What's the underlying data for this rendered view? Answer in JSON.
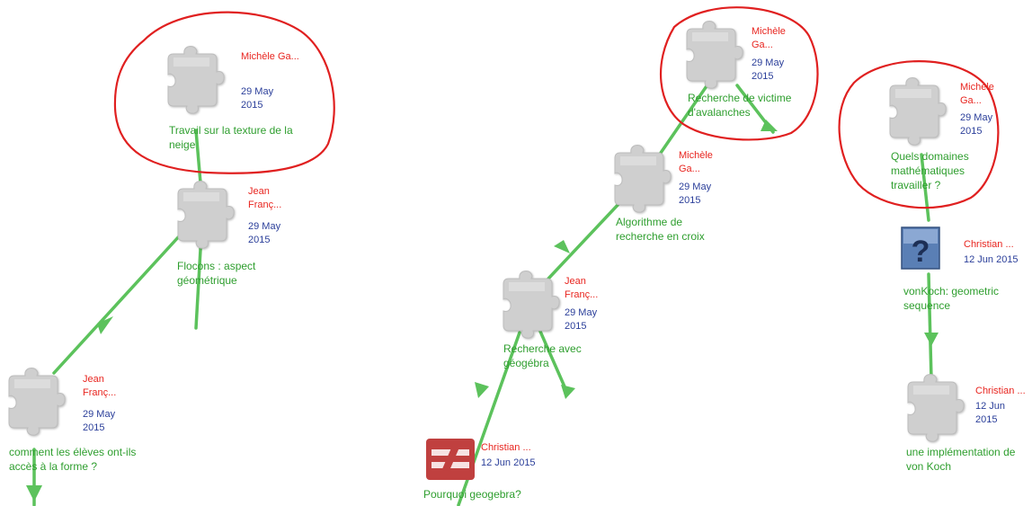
{
  "colors": {
    "author": "#e8251f",
    "date": "#2b3f9a",
    "title": "#2e9e2e",
    "arrow": "#5cc25c",
    "circle": "#e02020"
  },
  "nodes": [
    {
      "icon": "puzzle-piece-icon",
      "author": "Michèle Ga...",
      "date_line1": "29 May",
      "date_line2": "2015",
      "title": "Travail sur la texture de la neige"
    },
    {
      "icon": "puzzle-piece-icon",
      "author": "Jean Franç...",
      "date_line1": "29 May",
      "date_line2": "2015",
      "title": "Flocons : aspect géométrique"
    },
    {
      "icon": "puzzle-piece-icon",
      "author": "Jean Franç...",
      "date_line1": "29 May",
      "date_line2": "2015",
      "title": "comment les élèves ont-ils accès à la forme ?"
    },
    {
      "icon": "puzzle-piece-icon",
      "author": "Michèle Ga...",
      "date_line1": "29 May",
      "date_line2": "2015",
      "title": "Recherche de victime d'avalanches"
    },
    {
      "icon": "puzzle-piece-icon",
      "author": "Michèle Ga...",
      "date_line1": "29 May",
      "date_line2": "2015",
      "title": "Algorithme de recherche en croix"
    },
    {
      "icon": "puzzle-piece-icon",
      "author": "Jean Franç...",
      "date_line1": "29 May",
      "date_line2": "2015",
      "title": "Recherche avec géogébra"
    },
    {
      "icon": "not-equal-icon",
      "author": "Christian ...",
      "date_line1": "12 Jun 2015",
      "date_line2": "",
      "title": "Pourquoi geogebra?"
    },
    {
      "icon": "puzzle-piece-icon",
      "author": "Michèle Ga...",
      "date_line1": "29 May",
      "date_line2": "2015",
      "title": "Quels domaines mathématiques travailler ?"
    },
    {
      "icon": "question-mark-icon",
      "author": "Christian ...",
      "date_line1": "12 Jun 2015",
      "date_line2": "",
      "title": "vonKoch: geometric sequence"
    },
    {
      "icon": "puzzle-piece-icon",
      "author": "Christian ...",
      "date_line1": "12 Jun",
      "date_line2": "2015",
      "title": "une implémentation de von Koch"
    }
  ]
}
